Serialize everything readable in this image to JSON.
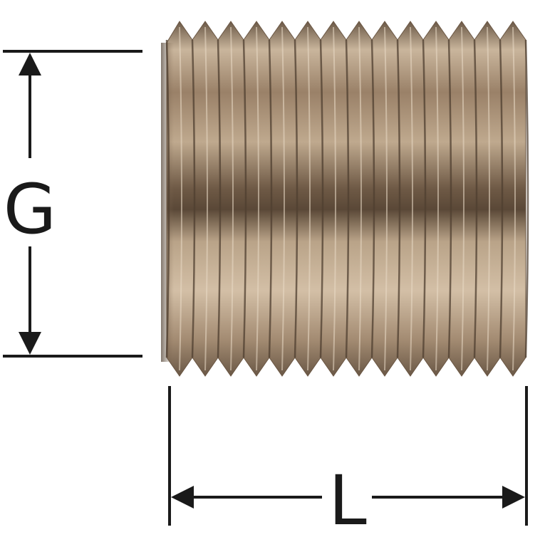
{
  "diagram": {
    "dimensions": {
      "height_label": "G",
      "length_label": "L"
    },
    "colors": {
      "line": "#1a1a1a",
      "metal_mid": "#a48c74",
      "metal_light": "#d9c6ae",
      "metal_dark": "#5c4a38",
      "background": "#ffffff"
    },
    "part": {
      "name": "threaded-nipple",
      "thread_count": 14
    }
  }
}
